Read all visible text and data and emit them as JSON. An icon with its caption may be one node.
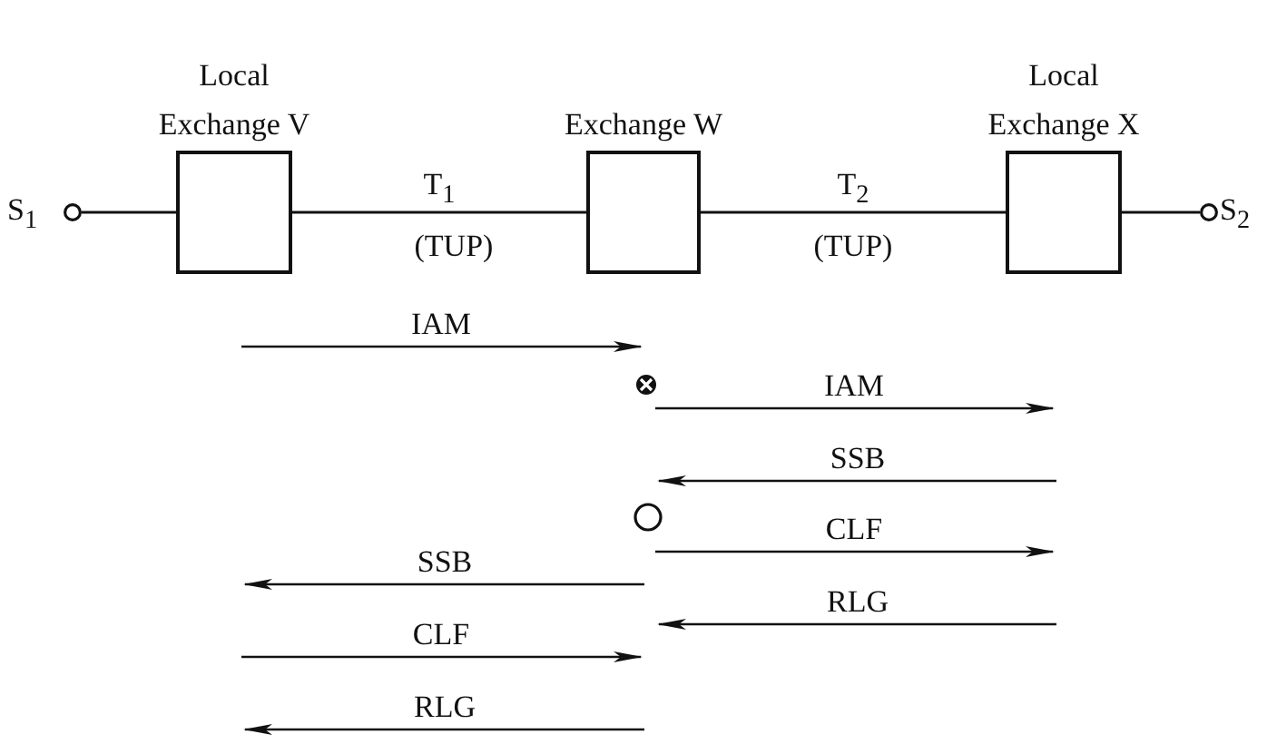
{
  "diagram": {
    "nodes": [
      {
        "text": [],
        "shape": "circle",
        "beside": [
          "S$_{1}$"
        ]
      },
      {
        "text": [
          "Local Exchange V"
        ]
      },
      {
        "text": [
          "Exchange W"
        ]
      },
      {
        "text": [
          "Local Exchange X"
        ]
      },
      {
        "text": [],
        "shape": "circle",
        "beside": [
          "S$_{2}$"
        ]
      }
    ],
    "edges": [
      {
        "from": 0,
        "to": 1,
        "arrow": "none"
      },
      {
        "from": 1,
        "to": 2,
        "arrow": "none",
        "label": "T$_{1}$"
      },
      {
        "from": 2,
        "to": 3,
        "arrow": "none",
        "label": "T$_{2}$"
      },
      {
        "from": 3,
        "to": 4,
        "arrow": "none"
      }
    ],
    "labels": [
      "(TUP)",
      "(TUP)",
      "IAM",
      "IAM",
      "SSB",
      "CLF",
      "SSB",
      "RLG",
      "CLF",
      "RLG"
    ]
  }
}
